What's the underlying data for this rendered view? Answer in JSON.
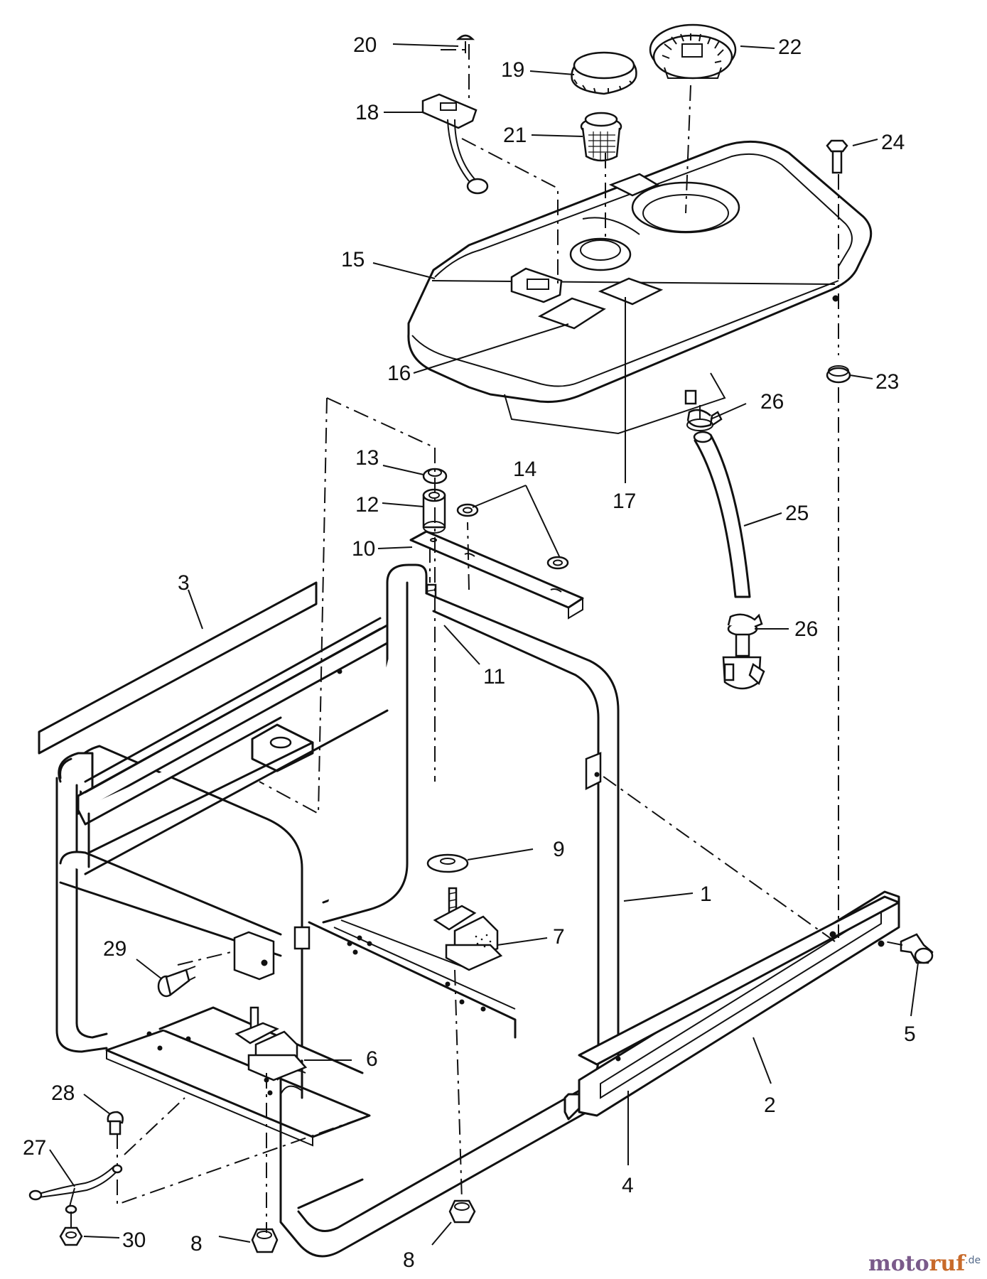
{
  "callouts": [
    {
      "id": "20",
      "label": "20"
    },
    {
      "id": "22",
      "label": "22"
    },
    {
      "id": "19",
      "label": "19"
    },
    {
      "id": "18",
      "label": "18"
    },
    {
      "id": "21",
      "label": "21"
    },
    {
      "id": "24",
      "label": "24"
    },
    {
      "id": "15",
      "label": "15"
    },
    {
      "id": "23",
      "label": "23"
    },
    {
      "id": "16",
      "label": "16"
    },
    {
      "id": "26a",
      "label": "26"
    },
    {
      "id": "13",
      "label": "13"
    },
    {
      "id": "14",
      "label": "14"
    },
    {
      "id": "17",
      "label": "17"
    },
    {
      "id": "12",
      "label": "12"
    },
    {
      "id": "25",
      "label": "25"
    },
    {
      "id": "10",
      "label": "10"
    },
    {
      "id": "3",
      "label": "3"
    },
    {
      "id": "11",
      "label": "11"
    },
    {
      "id": "26b",
      "label": "26"
    },
    {
      "id": "9",
      "label": "9"
    },
    {
      "id": "1",
      "label": "1"
    },
    {
      "id": "7",
      "label": "7"
    },
    {
      "id": "29",
      "label": "29"
    },
    {
      "id": "5",
      "label": "5"
    },
    {
      "id": "6",
      "label": "6"
    },
    {
      "id": "28",
      "label": "28"
    },
    {
      "id": "2",
      "label": "2"
    },
    {
      "id": "27",
      "label": "27"
    },
    {
      "id": "4",
      "label": "4"
    },
    {
      "id": "8a",
      "label": "8"
    },
    {
      "id": "8b",
      "label": "8"
    },
    {
      "id": "30",
      "label": "30"
    }
  ],
  "watermark": {
    "part1": "moto",
    "part2": "ruf",
    "suffix": ".de"
  }
}
